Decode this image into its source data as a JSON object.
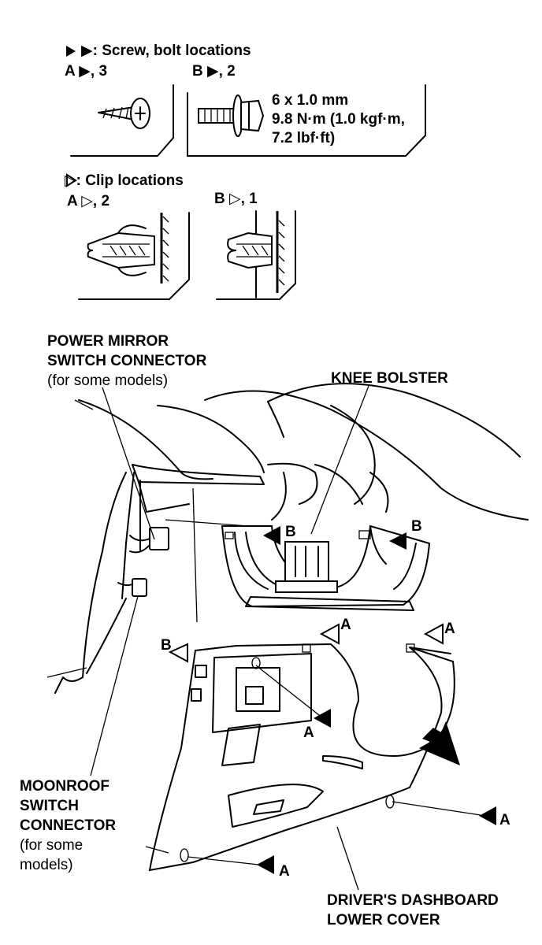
{
  "legend": {
    "screw_title": "▶: Screw, bolt locations",
    "screw_a": "A ▶, 3",
    "bolt_b": "B ▶, 2",
    "bolt_spec1": "6 x 1.0 mm",
    "bolt_spec2": "9.8 N·m (1.0 kgf·m,",
    "bolt_spec3": "7.2 lbf·ft)",
    "clip_title": "▷: Clip locations",
    "clip_a": "A ▷, 2",
    "clip_b": "B ▷, 1"
  },
  "callouts": {
    "power_mirror_1": "POWER MIRROR",
    "power_mirror_2": "SWITCH CONNECTOR",
    "power_mirror_note": "(for some models)",
    "knee_bolster": "KNEE BOLSTER",
    "moonroof_1": "MOONROOF",
    "moonroof_2": "SWITCH",
    "moonroof_3": "CONNECTOR",
    "moonroof_note1": "(for some",
    "moonroof_note2": "models)",
    "lower_cover_1": "DRIVER'S DASHBOARD",
    "lower_cover_2": "LOWER COVER"
  },
  "markers": {
    "a": "A",
    "b": "B"
  }
}
